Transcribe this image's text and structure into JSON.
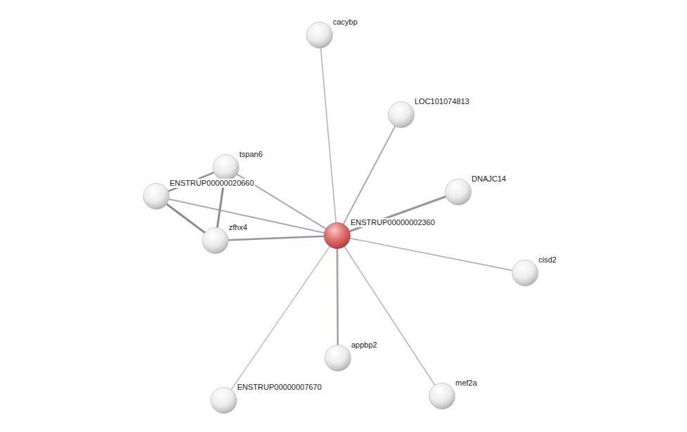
{
  "diagram": {
    "nodes": [
      {
        "text": [
          "cacybp"
        ]
      },
      {
        "text": [
          "LOC101074813"
        ]
      },
      {
        "text": [
          "tspan6"
        ]
      },
      {
        "text": [
          "ENSTRUP00000020660"
        ]
      },
      {
        "text": [
          "DNAJC14"
        ]
      },
      {
        "text": [
          "ENSTRUP00000002360"
        ]
      },
      {
        "text": [
          "zfhx4"
        ]
      },
      {
        "text": [
          "cisd2"
        ]
      },
      {
        "text": [
          "appbp2"
        ]
      },
      {
        "text": [
          "mef2a"
        ]
      },
      {
        "text": [
          "ENSTRUP00000007670"
        ]
      }
    ],
    "edges": [
      {
        "from": 5,
        "to": 0,
        "arrow": "none"
      },
      {
        "from": 5,
        "to": 1,
        "arrow": "none"
      },
      {
        "from": 5,
        "to": 2,
        "arrow": "none"
      },
      {
        "from": 5,
        "to": 3,
        "arrow": "none"
      },
      {
        "from": 5,
        "to": 4,
        "arrow": "none"
      },
      {
        "from": 5,
        "to": 6,
        "arrow": "none"
      },
      {
        "from": 5,
        "to": 7,
        "arrow": "none"
      },
      {
        "from": 5,
        "to": 8,
        "arrow": "none"
      },
      {
        "from": 5,
        "to": 9,
        "arrow": "none"
      },
      {
        "from": 5,
        "to": 10,
        "arrow": "none"
      },
      {
        "from": 3,
        "to": 2,
        "arrow": "none"
      },
      {
        "from": 3,
        "to": 6,
        "arrow": "none"
      },
      {
        "from": 2,
        "to": 6,
        "arrow": "none"
      }
    ]
  }
}
